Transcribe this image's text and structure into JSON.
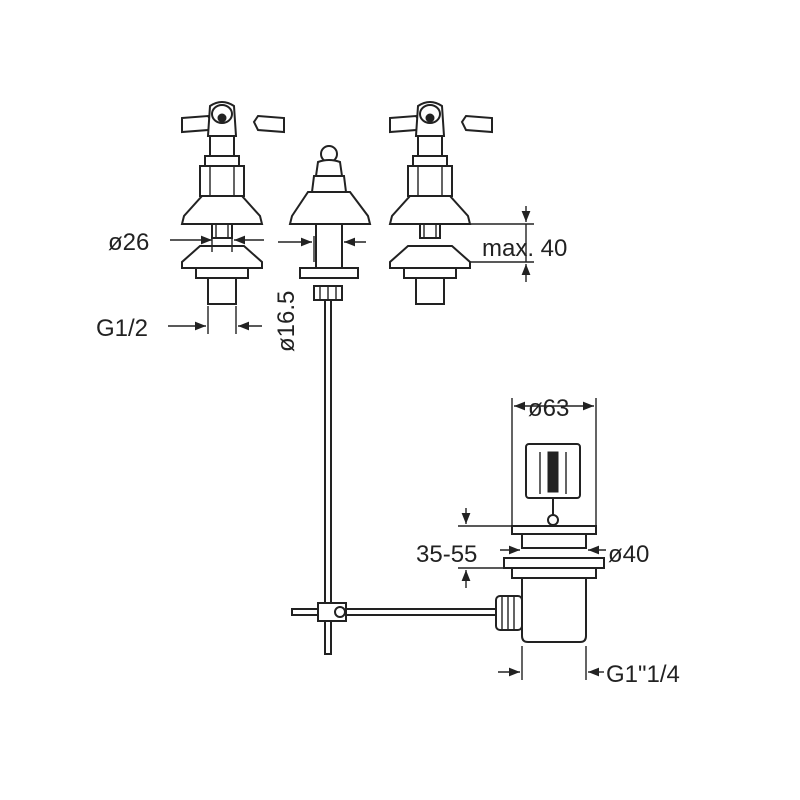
{
  "labels": {
    "inlet_diameter": "ø26",
    "inlet_thread": "G1/2",
    "spout_diameter": "ø16.5",
    "max_thickness": "max. 40",
    "plug_diameter": "ø63",
    "waste_range": "35-55",
    "waste_diameter": "ø40",
    "waste_thread": "G1\"1/4"
  },
  "colors": {
    "line": "#222222",
    "background": "#ffffff"
  }
}
